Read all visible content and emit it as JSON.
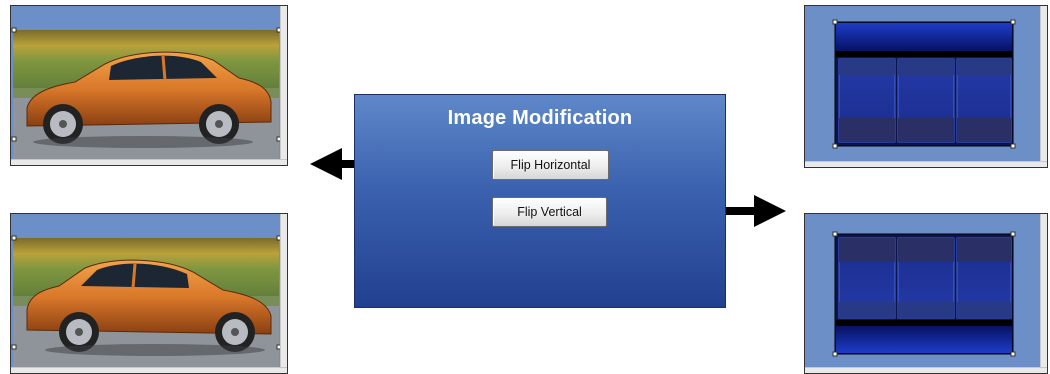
{
  "panel": {
    "title": "Image Modification",
    "buttons": {
      "flip_horizontal": "Flip Horizontal",
      "flip_vertical": "Flip Vertical"
    }
  },
  "colors": {
    "panel_top": "#5f88c9",
    "panel_bottom": "#22408f",
    "frame_background": "#6b8fc6",
    "car_body": "#d9782a",
    "dark_band": "#0b1a7a",
    "arrow": "#000000"
  },
  "thumbnails": [
    {
      "name": "car-original",
      "content": "car",
      "flipped": false
    },
    {
      "name": "car-flipped-horizontal",
      "content": "car",
      "flipped": true
    },
    {
      "name": "layout-original",
      "content": "layout",
      "band": "top"
    },
    {
      "name": "layout-flipped-vertical",
      "content": "layout",
      "band": "bottom"
    }
  ]
}
